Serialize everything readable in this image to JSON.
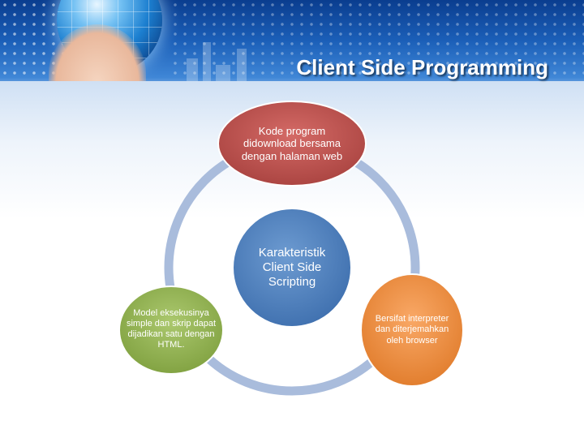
{
  "slide": {
    "title": "Client Side Programming"
  },
  "diagram": {
    "center": "Karakteristik Client Side Scripting",
    "top": "Kode program didownload bersama dengan halaman web",
    "right": "Bersifat interpreter dan diterjemahkan oleh browser",
    "left": "Model eksekusinya simple dan skrip dapat dijadikan satu dengan HTML."
  },
  "colors": {
    "ring": "#a9bcdc",
    "center": "#4f81bd",
    "top": "#c0504d",
    "right": "#f79646",
    "left": "#9bbb59"
  }
}
